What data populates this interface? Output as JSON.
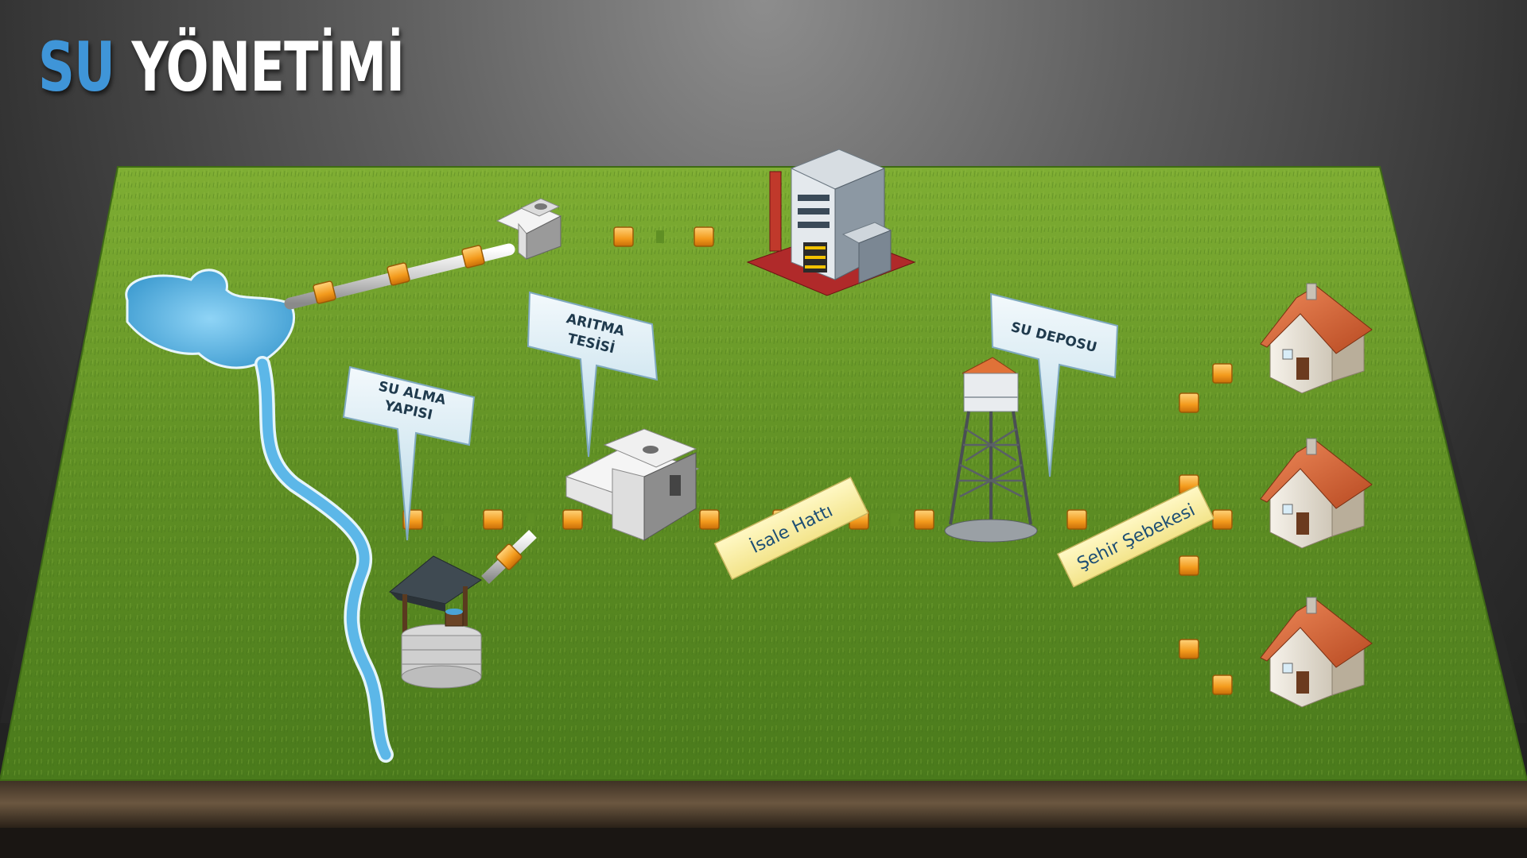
{
  "title": {
    "part1": "SU",
    "part2": "YÖNETİMİ"
  },
  "callouts": {
    "intake": {
      "line1": "SU ALMA",
      "line2": "YAPISI"
    },
    "treatment": {
      "line1": "ARITMA",
      "line2": "TESİSİ"
    },
    "tank": {
      "line1": "SU DEPOSU"
    }
  },
  "notes": {
    "transmission": "İsale Hattı",
    "city": "Şehir Şebekesi"
  },
  "colors": {
    "title_accent": "#3f95d8",
    "grass": "#5f8f24",
    "pipe": "#d9d9d9",
    "joint": "#f5a623",
    "water": "#5cb7e8",
    "roof": "#d35f34"
  }
}
